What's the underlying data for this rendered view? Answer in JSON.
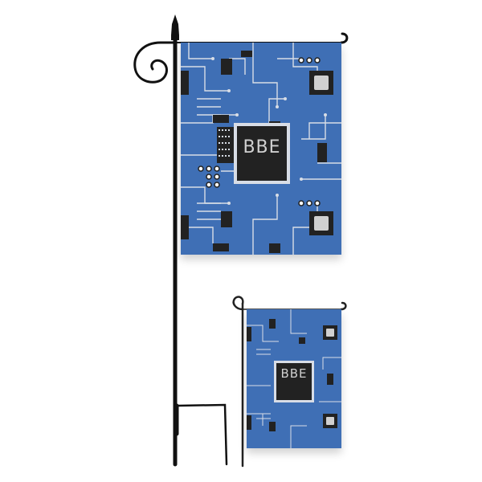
{
  "scene": {
    "description": "Product photo of two circuit-board pattern garden flags on black metal stands",
    "background_color": "#ffffff"
  },
  "flags": [
    {
      "id": "large",
      "monogram": "BBE",
      "pattern": "circuit-board",
      "base_color": "#3f6fb5",
      "trace_color": "#d8dde6",
      "chip_color": "#222222"
    },
    {
      "id": "small",
      "monogram": "BBE",
      "pattern": "circuit-board",
      "base_color": "#3f6fb5",
      "trace_color": "#d8dde6",
      "chip_color": "#222222"
    }
  ],
  "stands": [
    {
      "id": "large-stand",
      "color": "#111111",
      "style": "scroll-top finial pole with ground stake"
    },
    {
      "id": "small-stand",
      "color": "#222222",
      "style": "simple hooked pole"
    }
  ]
}
